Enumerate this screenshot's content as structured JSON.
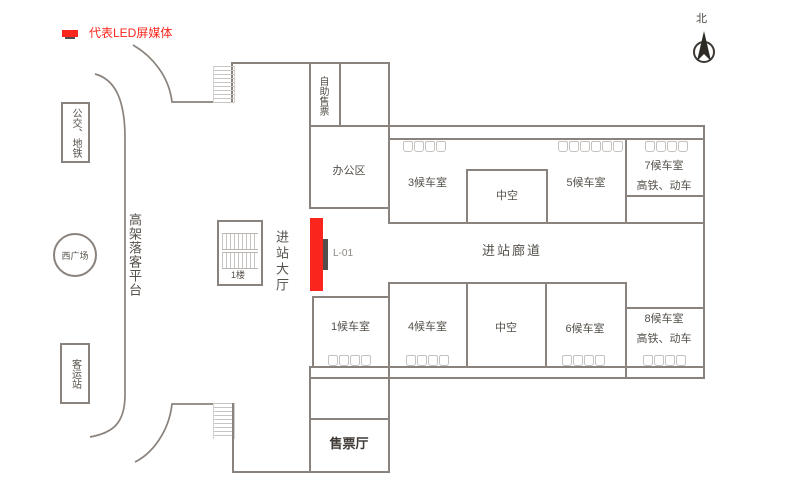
{
  "colors": {
    "wall": "#8a827c",
    "accent_red": "#fa251c",
    "label_text": "#55504a",
    "seat_icon": "#c5c1be"
  },
  "legend": {
    "led_label": "代表LED屏媒体"
  },
  "compass": {
    "north_label": "北"
  },
  "west_side": {
    "bus_metro_label": "公交、地铁",
    "west_square_label": "西广场",
    "coach_station_label": "客运站",
    "platform_label": "高架落客平台"
  },
  "hall": {
    "entrance_hall_label": "进站大厅",
    "floor_label": "1楼",
    "led_screen_id": "L-01"
  },
  "service": {
    "self_ticketing_label": "自助售票",
    "office_label": "办公区",
    "ticket_hall_label": "售票厅"
  },
  "corridor": {
    "label": "进站廊道"
  },
  "waiting_rooms": {
    "room3": "3候车室",
    "room5": "5候车室",
    "room7_line1": "7候车室",
    "room7_line2": "高铁、动车",
    "atrium_top": "中空",
    "room1": "1候车室",
    "room4": "4候车室",
    "room6": "6候车室",
    "room8_line1": "8候车室",
    "room8_line2": "高铁、动车",
    "atrium_bottom": "中空"
  }
}
